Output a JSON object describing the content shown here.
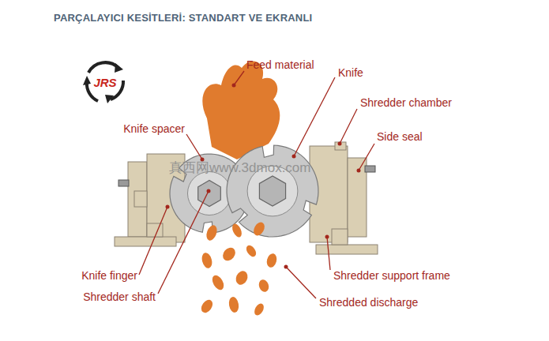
{
  "diagram": {
    "title": "PARÇALAYICI KESİTLERİ: STANDART VE EKRANLI",
    "labels": [
      "JRS",
      "Feed material",
      "Knife",
      "Shredder chamber",
      "Knife spacer",
      "Side seal",
      "真西网www.3dmox.com",
      "Knife finger",
      "Shredder support frame",
      "Shredder shaft",
      "Shredded discharge"
    ]
  }
}
